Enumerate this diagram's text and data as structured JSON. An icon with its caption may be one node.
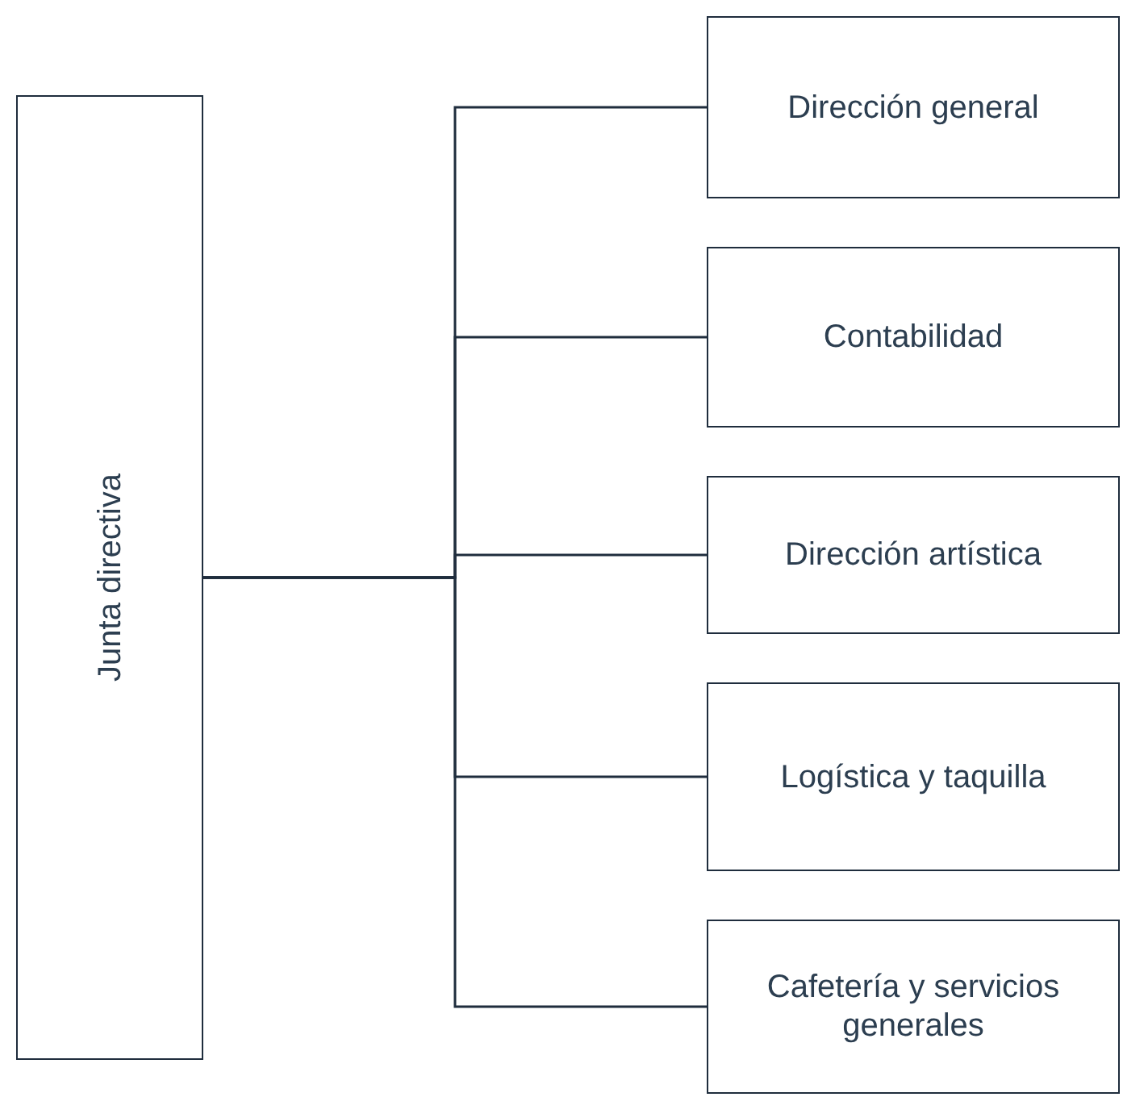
{
  "diagram": {
    "nodes": [
      {
        "text": [
          "Junta directiva"
        ]
      },
      {
        "text": [
          "Dirección general"
        ]
      },
      {
        "text": [
          "Contabilidad"
        ]
      },
      {
        "text": [
          "Dirección artística"
        ]
      },
      {
        "text": [
          "Logística y taquilla"
        ]
      },
      {
        "text": [
          "Cafetería y servicios generales"
        ]
      }
    ],
    "edges": [
      {
        "from": 0,
        "to": 1,
        "arrow": "none"
      },
      {
        "from": 0,
        "to": 2,
        "arrow": "none"
      },
      {
        "from": 0,
        "to": 3,
        "arrow": "none"
      },
      {
        "from": 0,
        "to": 4,
        "arrow": "none"
      },
      {
        "from": 0,
        "to": 5,
        "arrow": "none"
      }
    ]
  }
}
